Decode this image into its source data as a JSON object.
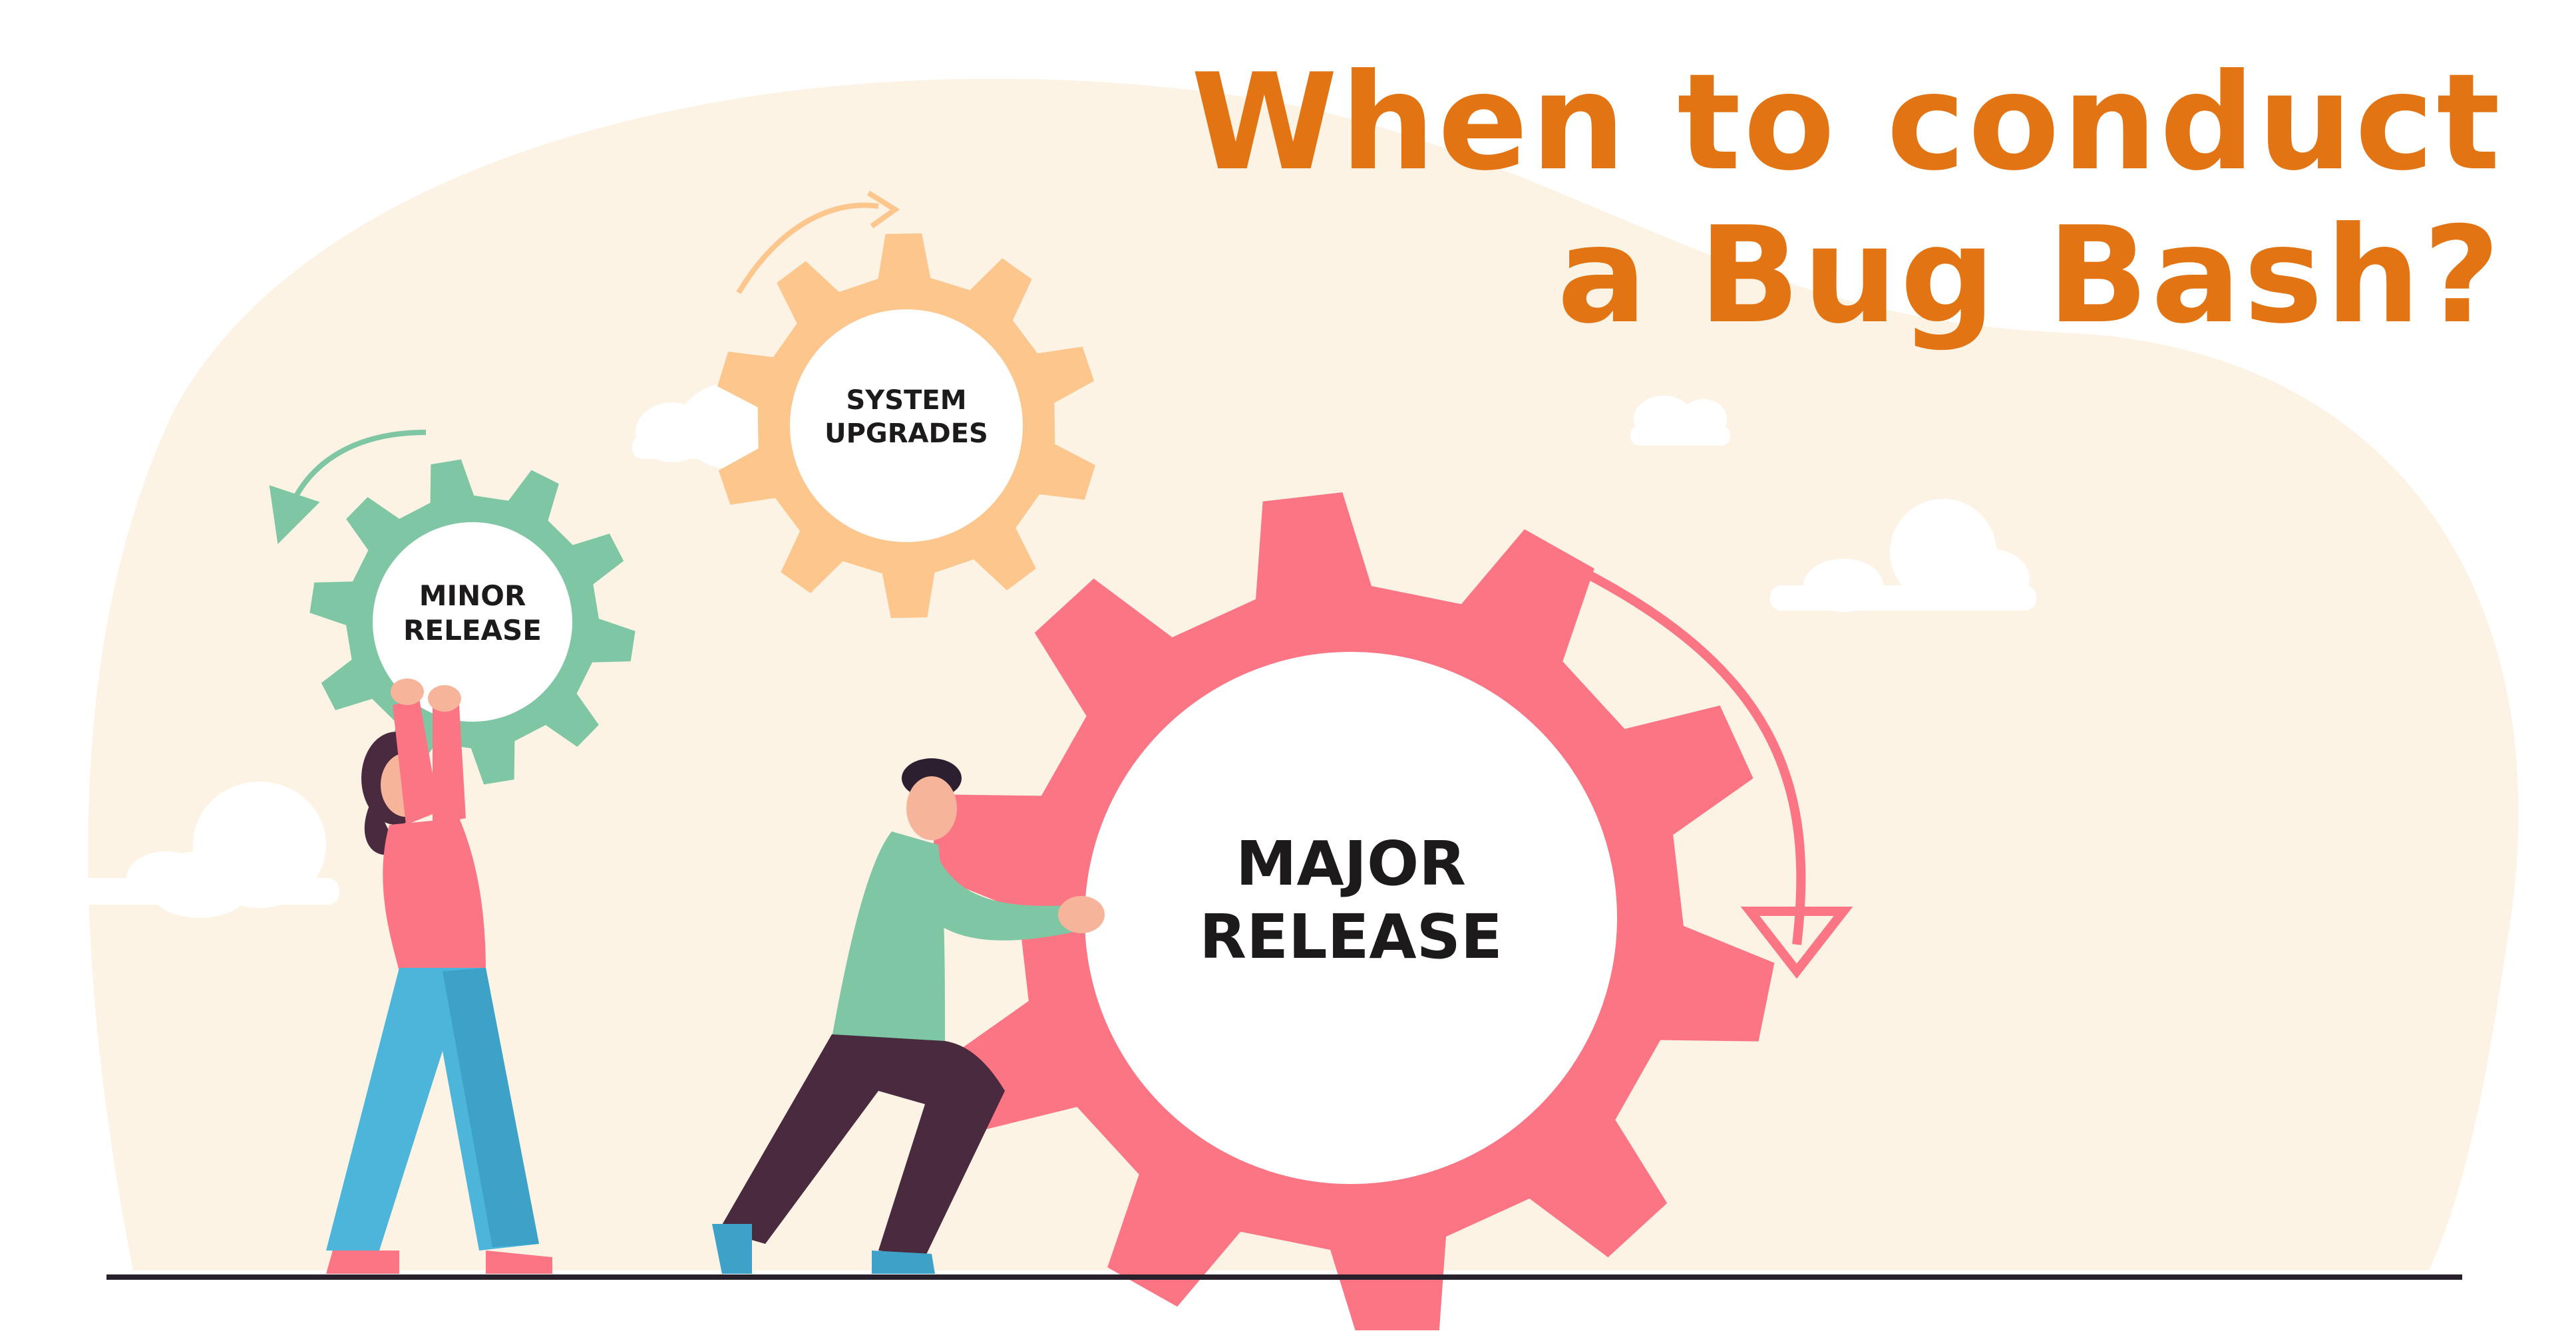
{
  "title": {
    "line1": "When to conduct",
    "line2": "a Bug Bash?"
  },
  "gears": {
    "minor": {
      "line1": "MINOR",
      "line2": "RELEASE"
    },
    "system": {
      "line1": "SYSTEM",
      "line2": "UPGRADES"
    },
    "major": {
      "line1": "MAJOR",
      "line2": "RELEASE"
    }
  },
  "colors": {
    "title": "#e27413",
    "blob": "#fcf3e5",
    "minor_gear": "#7fc6a5",
    "system_gear": "#fcc68d",
    "major_gear": "#fb7585",
    "ground": "#28202a"
  }
}
